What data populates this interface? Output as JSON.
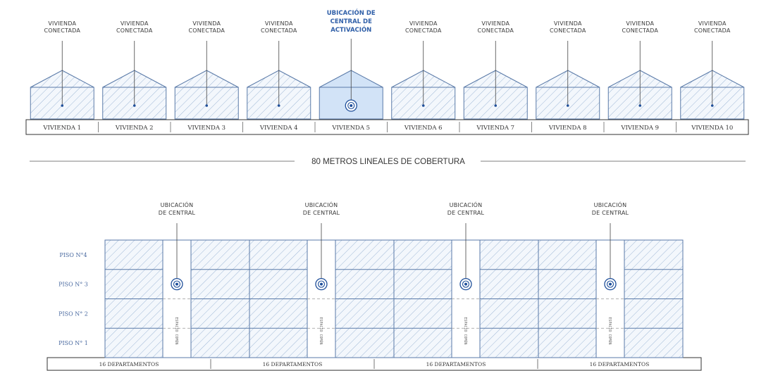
{
  "top_section": {
    "houses": [
      {
        "top_label_1": "VIVIENDA",
        "top_label_2": "CONECTADA",
        "top_label_3": "",
        "label": "VIVIENDA 1",
        "is_central": false
      },
      {
        "top_label_1": "VIVIENDA",
        "top_label_2": "CONECTADA",
        "top_label_3": "",
        "label": "VIVIENDA 2",
        "is_central": false
      },
      {
        "top_label_1": "VIVIENDA",
        "top_label_2": "CONECTADA",
        "top_label_3": "",
        "label": "VIVIENDA 3",
        "is_central": false
      },
      {
        "top_label_1": "VIVIENDA",
        "top_label_2": "CONECTADA",
        "top_label_3": "",
        "label": "VIVIENDA 4",
        "is_central": false
      },
      {
        "top_label_1": "UBICACIÓN DE",
        "top_label_2": "CENTRAL DE",
        "top_label_3": "ACTIVACIÓN",
        "label": "VIVIENDA 5",
        "is_central": true
      },
      {
        "top_label_1": "VIVIENDA",
        "top_label_2": "CONECTADA",
        "top_label_3": "",
        "label": "VIVIENDA 6",
        "is_central": false
      },
      {
        "top_label_1": "VIVIENDA",
        "top_label_2": "CONECTADA",
        "top_label_3": "",
        "label": "VIVIENDA 7",
        "is_central": false
      },
      {
        "top_label_1": "VIVIENDA",
        "top_label_2": "CONECTADA",
        "top_label_3": "",
        "label": "VIVIENDA 8",
        "is_central": false
      },
      {
        "top_label_1": "VIVIENDA",
        "top_label_2": "CONECTADA",
        "top_label_3": "",
        "label": "VIVIENDA 9",
        "is_central": false
      },
      {
        "top_label_1": "VIVIENDA",
        "top_label_2": "CONECTADA",
        "top_label_3": "",
        "label": "VIVIENDA 10",
        "is_central": false
      }
    ]
  },
  "coverage": {
    "label": "80 METROS LINEALES DE COBERTURA"
  },
  "bottom_section": {
    "floors": [
      "PISO N°4",
      "PISO N° 3",
      "PISO N° 2",
      "PISO N° 1"
    ],
    "blocks": [
      {
        "central_label_1": "UBICACIÓN",
        "central_label_2": "DE CENTRAL",
        "corridor_label": "ESPACIO COMÚN",
        "departments": "16 DEPARTAMENTOS"
      },
      {
        "central_label_1": "UBICACIÓN",
        "central_label_2": "DE CENTRAL",
        "corridor_label": "ESPACIO COMÚN",
        "departments": "16 DEPARTAMENTOS"
      },
      {
        "central_label_1": "UBICACIÓN",
        "central_label_2": "DE CENTRAL",
        "corridor_label": "ESPACIO COMÚN",
        "departments": "16 DEPARTAMENTOS"
      },
      {
        "central_label_1": "UBICACIÓN",
        "central_label_2": "DE CENTRAL",
        "corridor_label": "ESPACIO COMÚN",
        "departments": "16 DEPARTAMENTOS"
      }
    ]
  },
  "colors": {
    "hatch_line": "#9fb8d6",
    "hatch_fill": "#f3f7fc",
    "outline": "#5a7aa8",
    "central_fill": "#d2e3f7",
    "central_text": "#2f5fa8",
    "ring": "#1f4f9a",
    "frame": "#333333"
  }
}
